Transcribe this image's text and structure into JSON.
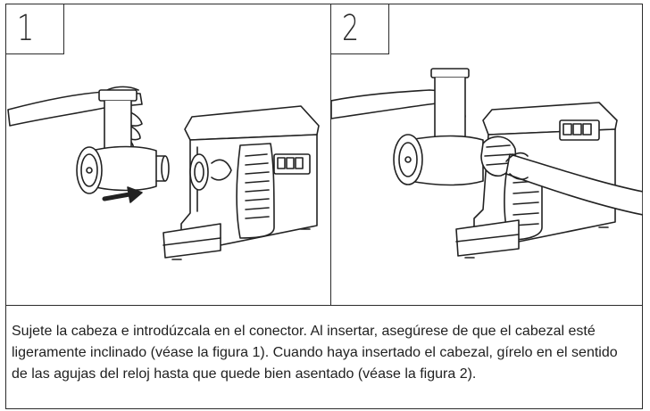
{
  "figures": [
    {
      "number": "1"
    },
    {
      "number": "2"
    }
  ],
  "caption": "Sujete la cabeza e introdúzcala en el conector. Al insertar, asegúrese de que el cabezal esté ligeramente inclinado (véase la figura 1). Cuando haya insertado el cabezal, gírelo en el sentido de las agujas del reloj hasta que quede bien asentado (véase la figura 2)."
}
